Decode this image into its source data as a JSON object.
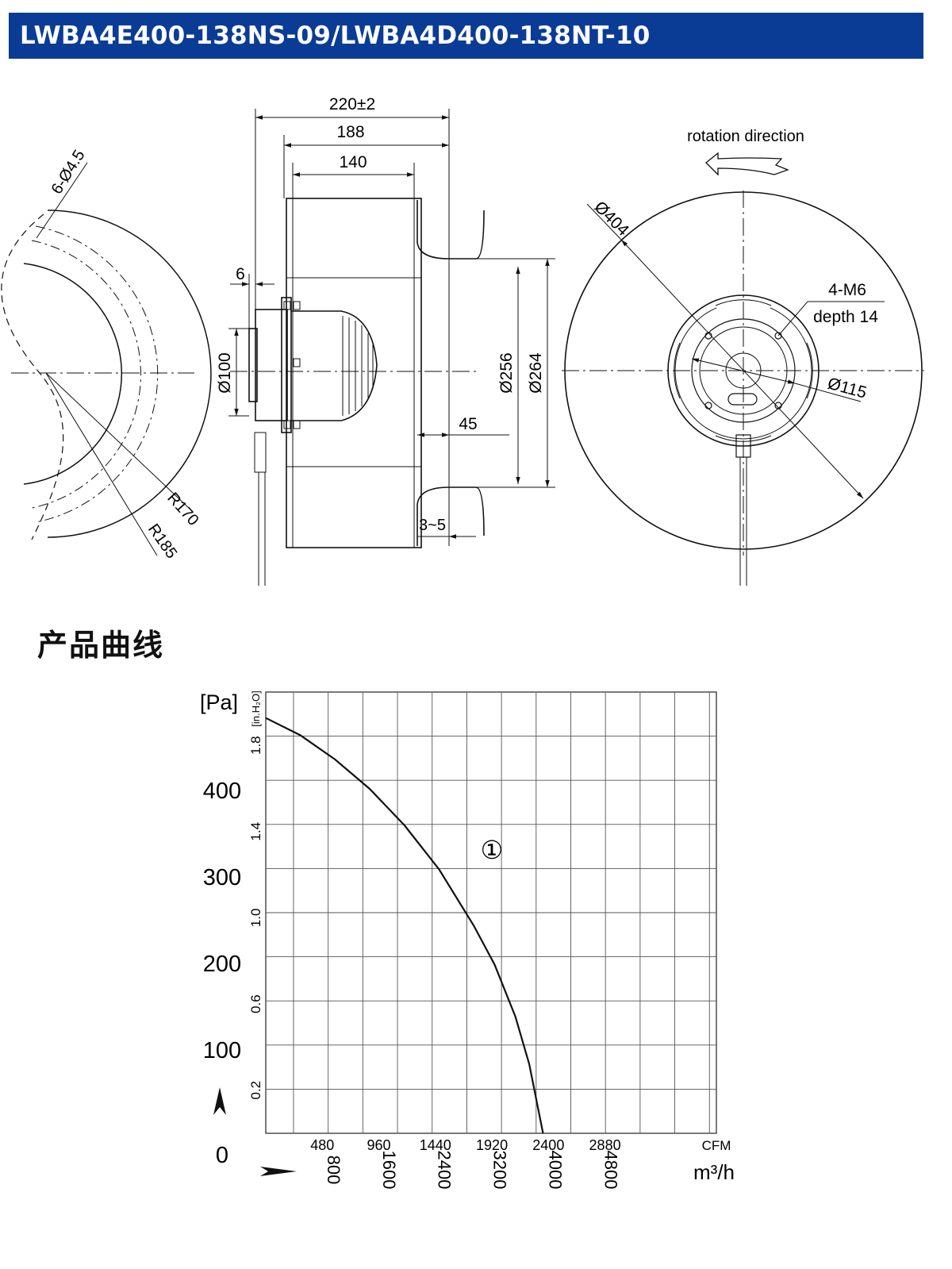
{
  "header": {
    "title": "LWBA4E400-138NS-09/LWBA4D400-138NT-10"
  },
  "drawing": {
    "dims_top": [
      "220±2",
      "188",
      "140"
    ],
    "dim_6": "6",
    "dim_100": "Ø100",
    "dim_256": "Ø256",
    "dim_264": "Ø264",
    "dim_45": "45",
    "dim_3to5": "3~5",
    "holes_label": "6-Ø4.5",
    "r170": "R170",
    "r185": "R185",
    "rotation_label": "rotation direction",
    "d404": "Ø404",
    "m6_line1": "4-M6",
    "m6_line2": "depth 14",
    "d115": "Ø115"
  },
  "section": {
    "title": "产品曲线"
  },
  "chart_data": {
    "type": "line",
    "title": "",
    "xlabel_cfm": "CFM",
    "xlabel_m3h": "m³/h",
    "ylabel_pa": "[Pa]",
    "ylabel_inh2o": "[in.H₂O]",
    "x_unit": "m3/h",
    "xlim": [
      0,
      6500
    ],
    "ylim": [
      0,
      510
    ],
    "cfm_ticks": [
      "480",
      "960",
      "1440",
      "1920",
      "2400",
      "2880"
    ],
    "m3h_ticks": [
      "800",
      "1600",
      "2400",
      "3200",
      "4000",
      "4800"
    ],
    "pa_ticks": [
      "400",
      "300",
      "200",
      "100",
      "0"
    ],
    "inh2o_ticks": [
      "1.8",
      "1.4",
      "1.0",
      "0.6",
      "0.2"
    ],
    "grid": true,
    "series": [
      {
        "name": "①",
        "x": [
          0,
          500,
          1000,
          1500,
          2000,
          2500,
          3000,
          3300,
          3600,
          3800,
          4000
        ],
        "y": [
          480,
          460,
          432,
          398,
          356,
          305,
          240,
          195,
          135,
          80,
          0
        ]
      }
    ]
  }
}
